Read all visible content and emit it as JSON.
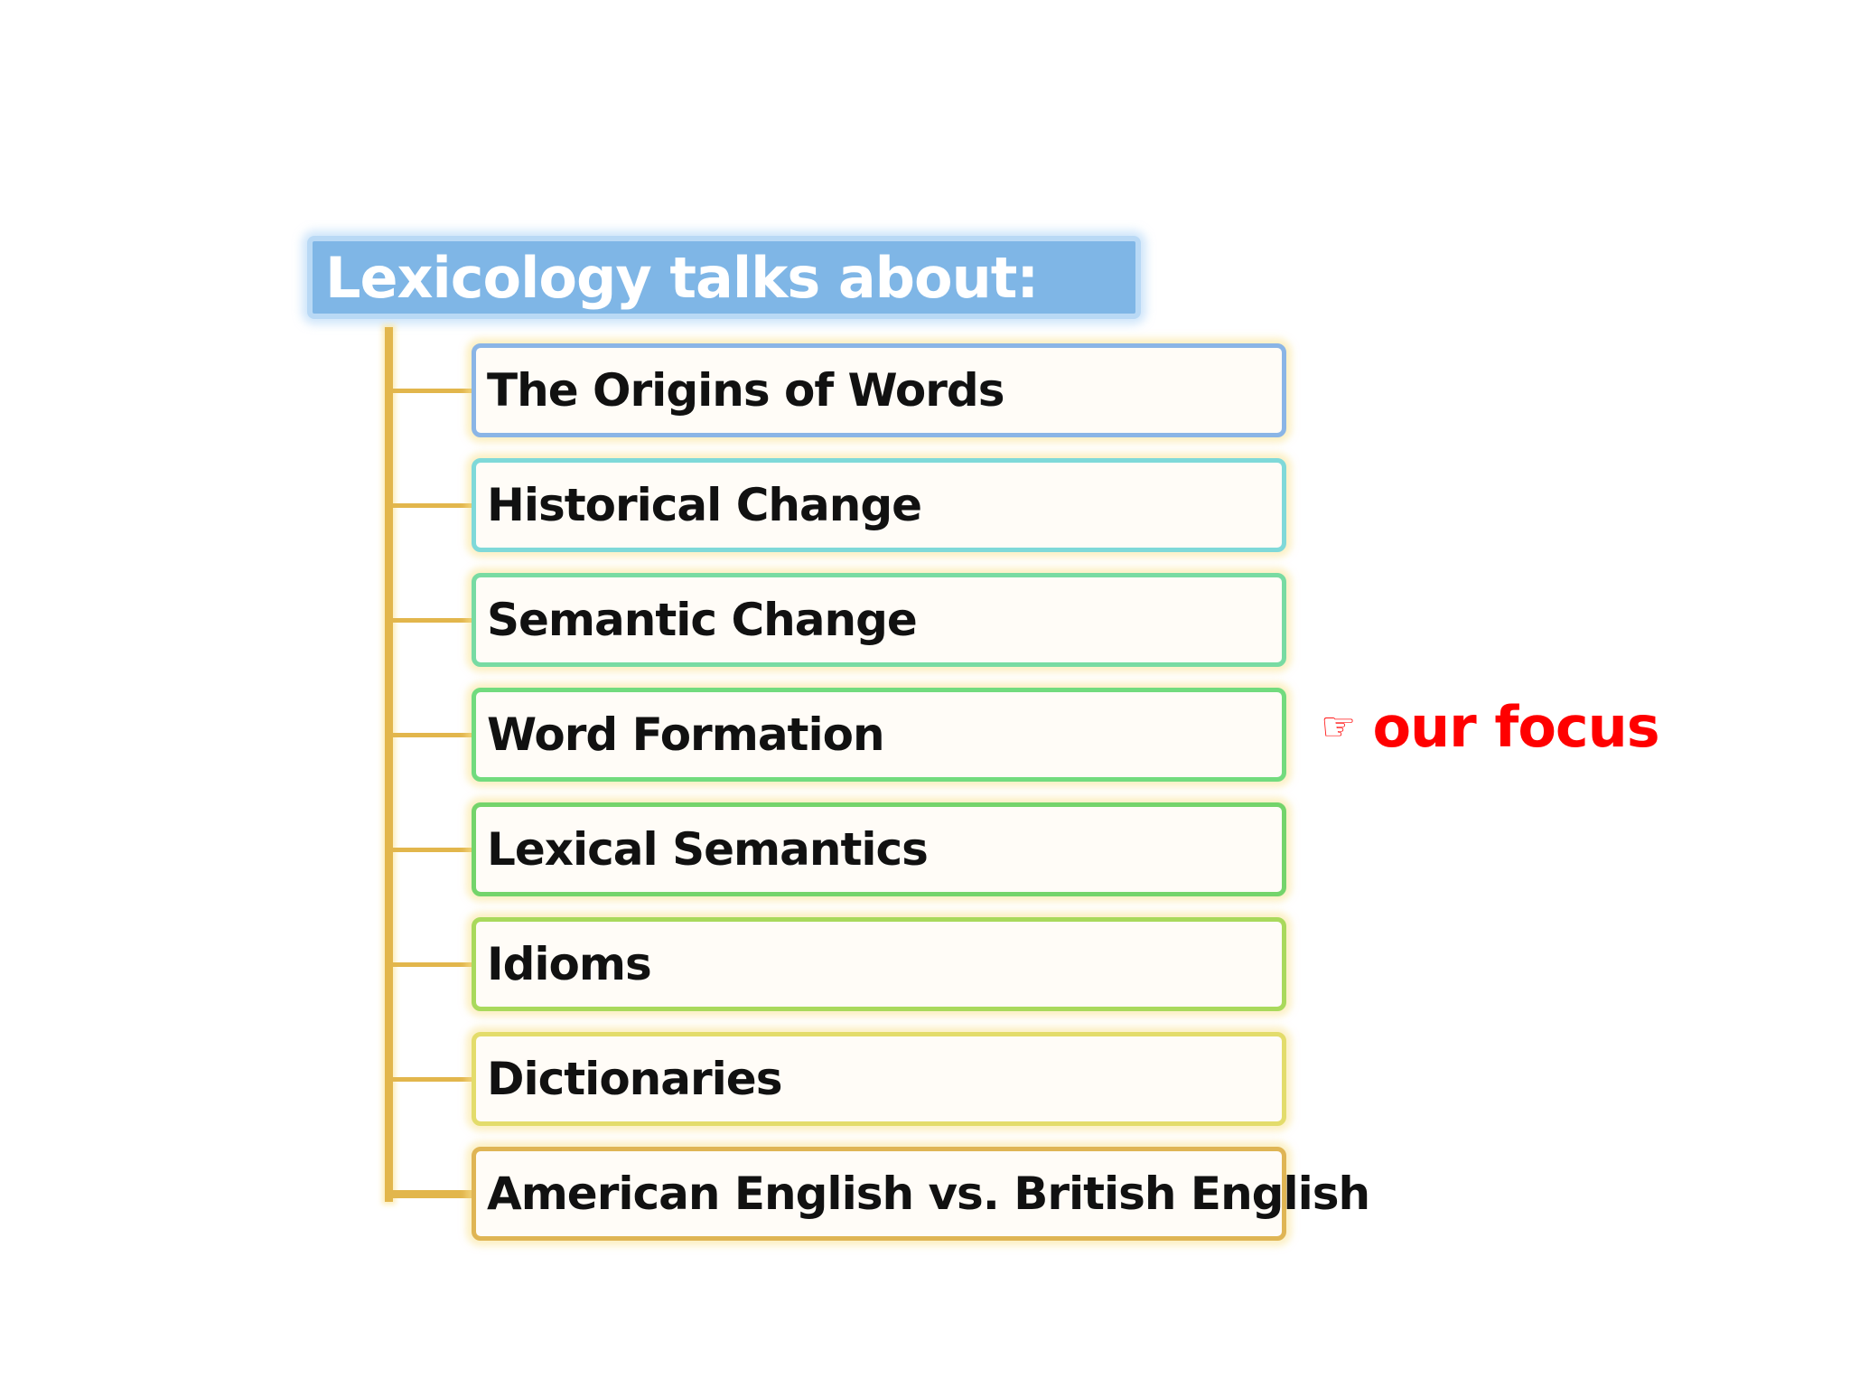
{
  "slide": {
    "header": {
      "title": "Lexicology talks about:",
      "fill_color": "#7fb6e6",
      "border_color": "#b9d9f5",
      "text_color": "#ffffff"
    },
    "connector_color": "#e2b64c",
    "items": [
      {
        "label": "The Origins of Words",
        "border_color": "#8ab5e6"
      },
      {
        "label": "Historical Change",
        "border_color": "#7fd9d9"
      },
      {
        "label": "Semantic Change",
        "border_color": "#78dba3"
      },
      {
        "label": "Word Formation",
        "border_color": "#72db7e"
      },
      {
        "label": "Lexical Semantics",
        "border_color": "#74d46b"
      },
      {
        "label": "Idioms",
        "border_color": "#a9d95c"
      },
      {
        "label": "Dictionaries",
        "border_color": "#e3dc6b"
      },
      {
        "label": "American English vs. British English",
        "border_color": "#dfb554"
      }
    ],
    "focus_note": {
      "icon": "pointing-hand-icon",
      "icon_glyph": "☞",
      "text": "our focus",
      "color": "#ff0000",
      "target_item_index": 3
    }
  }
}
